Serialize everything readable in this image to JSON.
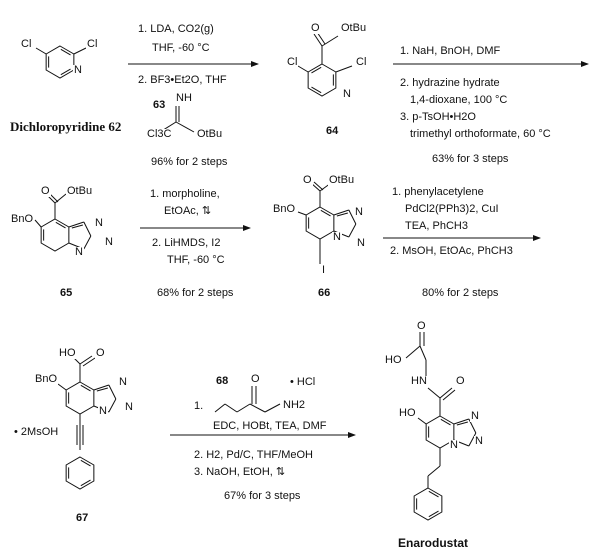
{
  "compounds": {
    "c62": {
      "label": "Dichloropyridine 62",
      "atoms": [
        "Cl",
        "Cl",
        "N"
      ]
    },
    "c64": {
      "label": "64",
      "atoms": [
        "O",
        "OtBu",
        "Cl",
        "Cl",
        "N"
      ]
    },
    "c65": {
      "label": "65",
      "atoms": [
        "O",
        "OtBu",
        "BnO",
        "N",
        "N",
        "N"
      ]
    },
    "c66": {
      "label": "66",
      "atoms": [
        "O",
        "OtBu",
        "BnO",
        "N",
        "N",
        "N",
        "I"
      ]
    },
    "c67": {
      "label": "67",
      "atoms": [
        "HO",
        "O",
        "BnO",
        "N",
        "N",
        "N"
      ],
      "salt": "• 2MsOH"
    },
    "enarodustat": {
      "label": "Enarodustat",
      "atoms": [
        "O",
        "HO",
        "HN",
        "O",
        "HO",
        "N",
        "N",
        "N"
      ]
    }
  },
  "steps": [
    {
      "above": [
        "1. LDA, CO2(g)",
        "THF, -60 °C"
      ],
      "below": [
        "2. BF3•Et2O, THF"
      ],
      "reagent": {
        "label": "63",
        "atoms": [
          "NH",
          "Cl3C",
          "OtBu"
        ]
      },
      "yield": "96% for 2 steps"
    },
    {
      "above": [
        "1. NaH, BnOH, DMF"
      ],
      "below": [
        "2. hydrazine hydrate",
        "1,4-dioxane, 100 °C",
        "3. p-TsOH•H2O",
        "trimethyl orthoformate, 60 °C"
      ],
      "yield": "63% for 3 steps"
    },
    {
      "above": [
        "1. morpholine,",
        "EtOAc, ⇅"
      ],
      "below": [
        "2. LiHMDS, I2",
        "THF, -60 °C"
      ],
      "yield": "68% for 2 steps"
    },
    {
      "above": [
        "1. phenylacetylene",
        "PdCl2(PPh3)2, CuI",
        "TEA, PhCH3"
      ],
      "below": [
        "2. MsOH, EtOAc, PhCH3"
      ],
      "yield": "80% for 2 steps"
    },
    {
      "above": [
        "1.",
        "EDC, HOBt, TEA, DMF"
      ],
      "reagent": {
        "label": "68",
        "atoms": [
          "O",
          "NH2"
        ],
        "salt": "• HCl"
      },
      "below": [
        "2. H2, Pd/C, THF/MeOH",
        "3. NaOH, EtOH, ⇅"
      ],
      "yield": "67% for 3 steps"
    }
  ]
}
